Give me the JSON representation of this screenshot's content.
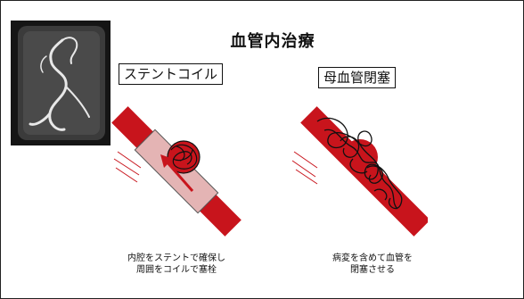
{
  "slide": {
    "title": "血管内治療",
    "methods": [
      {
        "label": "ステントコイル",
        "caption_line1": "内腔をステントで確保し",
        "caption_line2": "周囲をコイルで塞栓"
      },
      {
        "label": "母血管閉塞",
        "caption_line1": "病変を含めて血管を",
        "caption_line2": "閉塞させる"
      }
    ]
  },
  "colors": {
    "vessel": "#c8141c",
    "stent": "#e4b4b4",
    "coil": "#111111"
  }
}
